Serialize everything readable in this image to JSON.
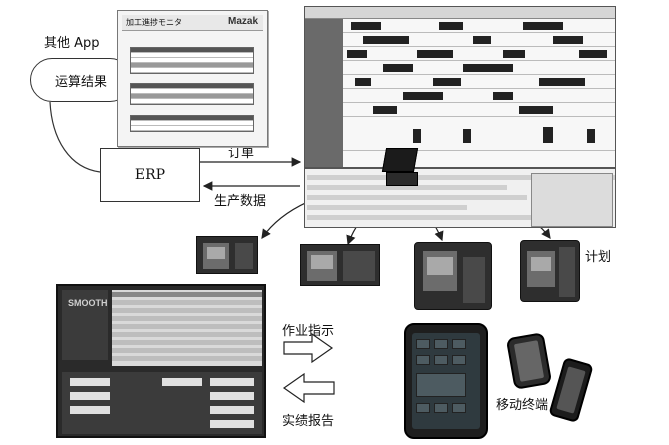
{
  "labels": {
    "other_app": "其他 App",
    "calc_result": "运算结果",
    "erp": "ERP",
    "order": "订单",
    "production_data": "生产数据",
    "plan": "计划",
    "work_instruction": "作业指示",
    "actual_report": "实绩报告",
    "mobile_terminal": "移动终端"
  },
  "other_app_screen": {
    "title": "加工進捗モニタ",
    "brand": "Mazak"
  },
  "hmi_panel": {
    "logo": "SMOOTH"
  }
}
